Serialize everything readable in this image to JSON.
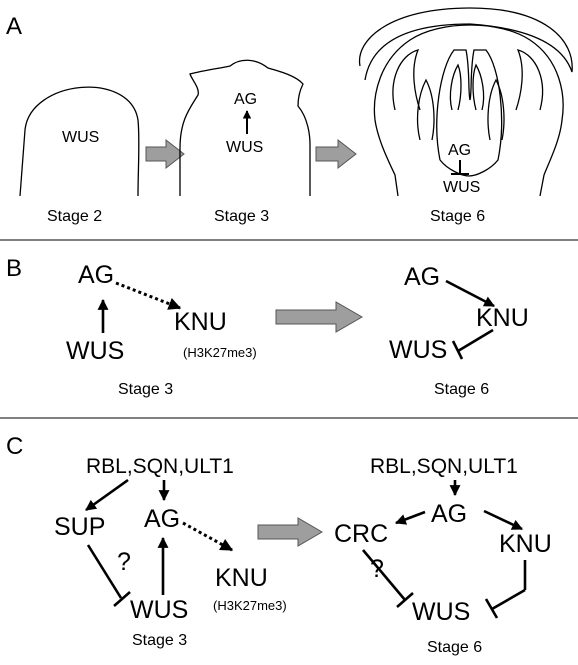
{
  "panel_a": {
    "letter": "A",
    "stage2": {
      "gene": "WUS",
      "label": "Stage 2"
    },
    "stage3": {
      "gene_top": "AG",
      "gene_bottom": "WUS",
      "label": "Stage 3"
    },
    "stage6": {
      "gene_top": "AG",
      "gene_bottom": "WUS",
      "label": "Stage 6"
    }
  },
  "panel_b": {
    "letter": "B",
    "left": {
      "ag": "AG",
      "wus": "WUS",
      "knu": "KNU",
      "mark": "(H3K27me3)",
      "label": "Stage 3"
    },
    "right": {
      "ag": "AG",
      "wus": "WUS",
      "knu": "KNU",
      "label": "Stage 6"
    }
  },
  "panel_c": {
    "letter": "C",
    "left": {
      "regulators": "RBL,SQN,ULT1",
      "sup": "SUP",
      "ag": "AG",
      "knu": "KNU",
      "mark": "(H3K27me3)",
      "wus": "WUS",
      "question": "?",
      "label": "Stage 3"
    },
    "right": {
      "regulators": "RBL,SQN,ULT1",
      "crc": "CRC",
      "ag": "AG",
      "knu": "KNU",
      "wus": "WUS",
      "question": "?",
      "label": "Stage 6"
    }
  },
  "colors": {
    "progression_arrow": "#9e9e9e",
    "lines": "#000000"
  }
}
